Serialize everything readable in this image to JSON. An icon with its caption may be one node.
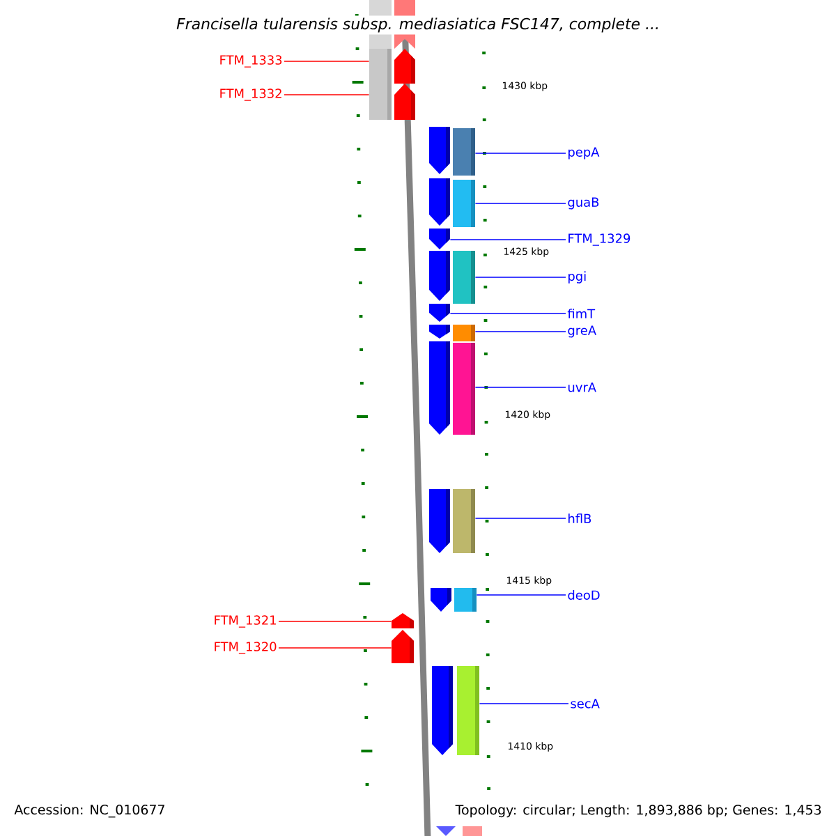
{
  "diagram": {
    "title": "Francisella tularensis subsp. mediasiatica FSC147, complete ...",
    "nodes": [
      {
        "text": [
          "FTM_1333"
        ]
      },
      {
        "text": [
          "FTM_1332"
        ]
      },
      {
        "text": [],
        "shape": "bar"
      },
      {
        "text": [],
        "shape": "bar"
      },
      {
        "text": [],
        "shape": "pentagon"
      },
      {
        "text": [],
        "shape": "pentagon"
      },
      {
        "text": [
          "pepA"
        ]
      },
      {
        "text": [
          "guaB"
        ]
      },
      {
        "text": [
          "FTM_1329"
        ]
      },
      {
        "text": [
          "pgi"
        ]
      },
      {
        "text": [
          "fimT"
        ]
      },
      {
        "text": [
          "greA"
        ]
      },
      {
        "text": [
          "uvrA"
        ]
      },
      {
        "text": [
          "hflB"
        ]
      },
      {
        "text": [
          "deoD"
        ]
      },
      {
        "text": [
          "secA"
        ]
      },
      {
        "text": [],
        "shape": "pentagon"
      },
      {
        "text": [],
        "shape": "pentagon"
      },
      {
        "text": [],
        "shape": "pentagon"
      },
      {
        "text": [],
        "shape": "pentagon"
      },
      {
        "text": [],
        "shape": "pentagon"
      },
      {
        "text": [],
        "shape": "pentagon"
      },
      {
        "text": [],
        "shape": "pentagon"
      },
      {
        "text": [],
        "shape": "pentagon"
      },
      {
        "text": [],
        "shape": "pentagon"
      },
      {
        "text": [],
        "shape": "pentagon"
      },
      {
        "text": [],
        "shape": "bar"
      },
      {
        "text": [],
        "shape": "bar"
      },
      {
        "text": [],
        "shape": "bar"
      },
      {
        "text": [],
        "shape": "bar"
      },
      {
        "text": [],
        "shape": "bar"
      },
      {
        "text": [],
        "shape": "bar"
      },
      {
        "text": [],
        "shape": "bar"
      },
      {
        "text": [],
        "shape": "bar"
      },
      {
        "text": [
          "FTM_1321"
        ]
      },
      {
        "text": [
          "FTM_1320"
        ]
      },
      {
        "text": [],
        "shape": "pentagon"
      },
      {
        "text": [],
        "shape": "pentagon"
      }
    ],
    "edges": [
      {
        "from": 0,
        "to": 2,
        "arrow": "none",
        "color": "#ff0000"
      },
      {
        "from": 1,
        "to": 3,
        "arrow": "none",
        "color": "#ff0000"
      },
      {
        "from": 6,
        "to": 26,
        "arrow": "none"
      },
      {
        "from": 7,
        "to": 27,
        "arrow": "none"
      },
      {
        "from": 8,
        "to": 18,
        "arrow": "none"
      },
      {
        "from": 9,
        "to": 28,
        "arrow": "none"
      },
      {
        "from": 10,
        "to": 20,
        "arrow": "none"
      },
      {
        "from": 11,
        "to": 29,
        "arrow": "none"
      },
      {
        "from": 12,
        "to": 30,
        "arrow": "none"
      },
      {
        "from": 13,
        "to": 31,
        "arrow": "none"
      },
      {
        "from": 14,
        "to": 32,
        "arrow": "none"
      },
      {
        "from": 15,
        "to": 33,
        "arrow": "none"
      },
      {
        "from": 34,
        "to": 36,
        "arrow": "none",
        "color": "#ff0000"
      },
      {
        "from": 35,
        "to": 37,
        "arrow": "none",
        "color": "#ff0000"
      }
    ],
    "labels": [
      "1430 kbp",
      "1425 kbp",
      "1420 kbp",
      "1415 kbp",
      "1410 kbp",
      "Accession: NC_010677",
      "Topology: circular; Length: 1,893,886 bp; Genes: 1,453"
    ]
  }
}
